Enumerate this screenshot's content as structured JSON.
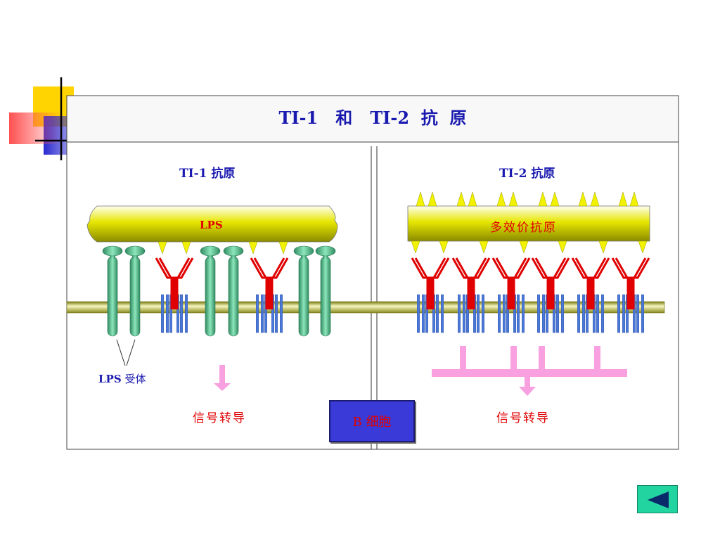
{
  "slide": {
    "title": "TI-1   和   TI-2  抗  原",
    "left_panel": {
      "title": "TI-1 抗原",
      "lps_label": "LPS",
      "receptor_label_bold": "LPS",
      "receptor_label_rest": " 受体",
      "signal_label": "信号转导"
    },
    "right_panel": {
      "title": "TI-2 抗原",
      "antigen_label": "多效价抗原",
      "signal_label": "信号转导"
    },
    "cell_label": "B 细胞"
  },
  "colors": {
    "title_blue": "#1a1ab0",
    "label_red": "#e00000",
    "antigen_yellow": "#e6e600",
    "receptor_green": "#60c89a",
    "bcr_blue": "#4a78d8",
    "signal_pink": "#f8a0e0",
    "cell_box": "#3a3ad8",
    "nav_button": "#22d4a0"
  },
  "icons": {
    "back": "triangle-left-icon"
  }
}
